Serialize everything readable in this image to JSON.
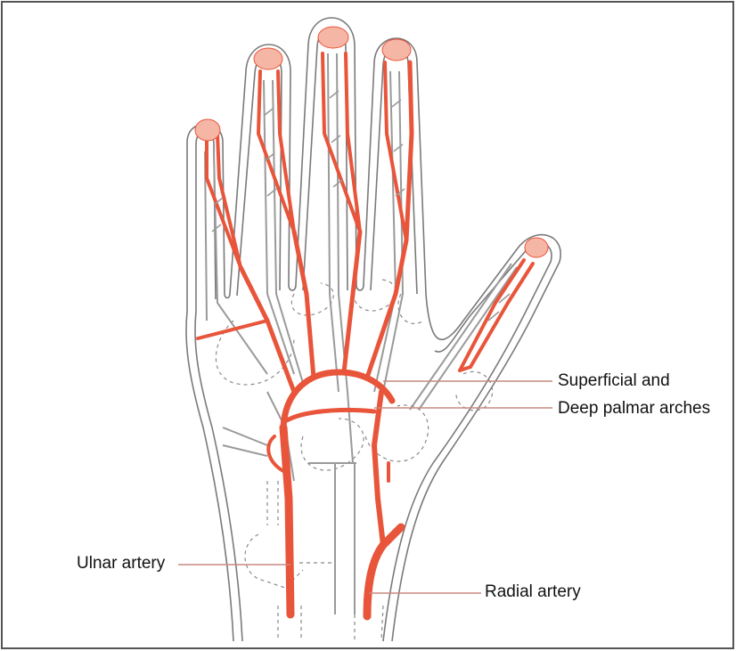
{
  "labels": {
    "superficial": "Superficial and",
    "deep": "Deep palmar arches",
    "ulnar": "Ulnar artery",
    "radial": "Radial artery"
  },
  "colors": {
    "artery": "#e8553a",
    "artery_dark": "#c2412a",
    "outline": "#7a7a7a",
    "leader": "#c98a80",
    "fingertip": "#f6b6a6",
    "nerve": "#9a9a9a"
  }
}
